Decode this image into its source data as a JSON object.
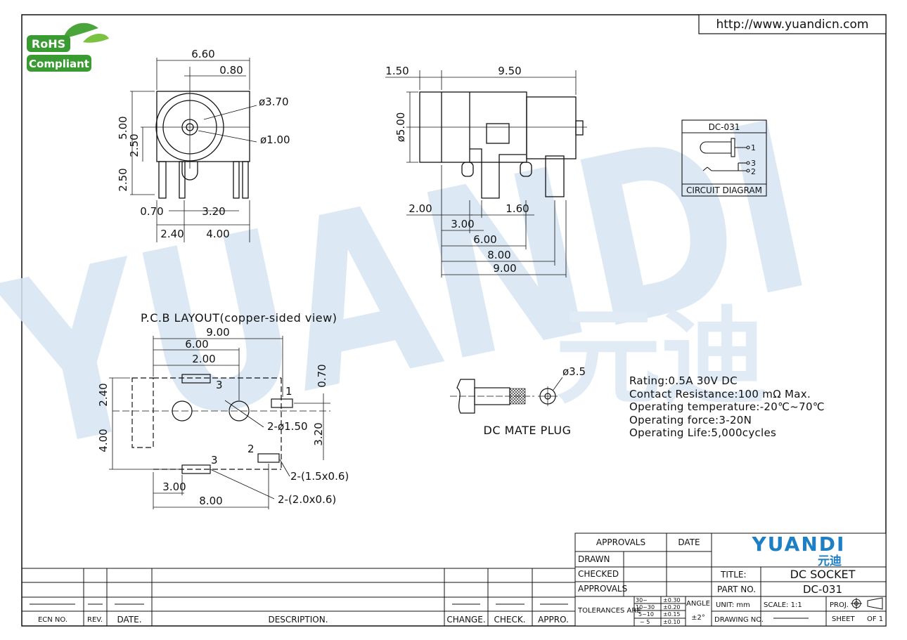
{
  "header": {
    "url": "http://www.yuandicn.com"
  },
  "rohs": {
    "line1": "RoHS",
    "line2": "Compliant"
  },
  "watermark": {
    "text": "YUANDI",
    "cn": "元迪"
  },
  "front_view": {
    "width": "6.60",
    "offset": "0.80",
    "dia_outer": "ø3.70",
    "dia_inner": "ø1.00",
    "height": "5.00",
    "center_h": "2.50",
    "pin_h": "2.50",
    "pin_w": "0.70",
    "pin_gap": "3.20",
    "left_off": "2.40",
    "right_off": "4.00"
  },
  "side_view": {
    "top_left": "1.50",
    "top_len": "9.50",
    "dia": "ø5.00",
    "d1": "2.00",
    "d2": "1.60",
    "d3": "3.00",
    "d4": "6.00",
    "d5": "8.00",
    "d6": "9.00"
  },
  "circuit": {
    "title": "DC-031",
    "caption": "CIRCUIT  DIAGRAM",
    "pins": [
      "1",
      "3",
      "2"
    ]
  },
  "pcb": {
    "title": "P.C.B  LAYOUT(copper-sided view)",
    "dims": {
      "w9": "9.00",
      "w6": "6.00",
      "w2": "2.00",
      "h07": "0.70",
      "h24": "2.40",
      "h40": "4.00",
      "h32": "3.20",
      "b3": "3.00",
      "b8": "8.00"
    },
    "labels": {
      "hole": "2-ø1.50",
      "pad_small": "2-(1.5x0.6)",
      "pad_large": "2-(2.0x0.6)",
      "p1": "1",
      "p2": "2",
      "p3a": "3",
      "p3b": "3"
    }
  },
  "plug": {
    "label": "DC  MATE  PLUG",
    "dia": "ø3.5"
  },
  "specs": [
    "Rating:0.5A  30V  DC",
    "Contact  Resistance:100  mΩ  Max.",
    "Operating  temperature:-20℃~70℃",
    "Operating  force:3-20N",
    "Operating  Life:5,000cycles"
  ],
  "title_block": {
    "approvals": "APPROVALS",
    "date": "DATE",
    "rows": [
      "DRAWN",
      "CHECKED",
      "APPROVALS"
    ],
    "tolerances_label": "TOLERANCES  ARE",
    "tol_ranges": [
      "30~",
      "10~30",
      "5~10",
      "~ 5"
    ],
    "tol_values": [
      "±0.30",
      "±0.20",
      "±0.15",
      "±0.10"
    ],
    "angle_label": "ANGLE",
    "angle_value": "±2°",
    "logo": "YUANDI",
    "logo_cn": "元迪",
    "title_label": "TITLE:",
    "title_value": "DC SOCKET",
    "part_label": "PART  NO.",
    "part_value": "DC-031",
    "unit": "UNIT:  mm",
    "scale": "SCALE:   1:1",
    "proj": "PROJ.",
    "drawing_no": "DRAWING  NO.",
    "sheet": "SHEET",
    "of": "OF  1"
  },
  "revision_block": {
    "ecn": "ECN  NO.",
    "rev": "REV.",
    "date": "DATE.",
    "description": "DESCRIPTION.",
    "change": "CHANGE.",
    "check": "CHECK.",
    "appro": "APPRO."
  },
  "colors": {
    "line": "#111111",
    "watermark": "#cfe1f0",
    "logo": "#1e7fc4",
    "rohs_green": "#3a9b32"
  }
}
